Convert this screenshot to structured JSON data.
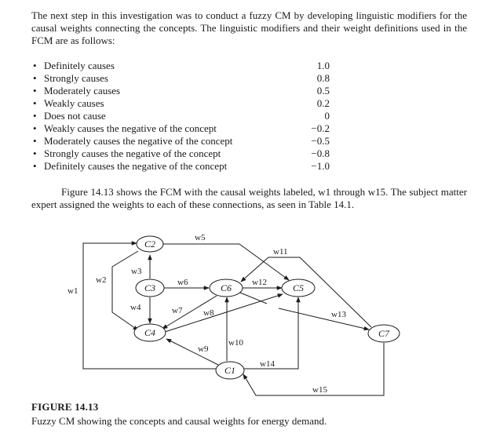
{
  "paragraph_intro": "The next step in this investigation was to conduct a fuzzy CM by developing linguistic modifiers for the causal weights connecting the concepts. The linguistic modifiers and their weight definitions used in the FCM are as follows:",
  "modifiers": [
    {
      "label": "Definitely causes",
      "value": "1.0"
    },
    {
      "label": "Strongly causes",
      "value": "0.8"
    },
    {
      "label": "Moderately causes",
      "value": "0.5"
    },
    {
      "label": "Weakly causes",
      "value": "0.2"
    },
    {
      "label": "Does not cause",
      "value": "0"
    },
    {
      "label": "Weakly causes the negative of the concept",
      "value": "−0.2"
    },
    {
      "label": "Moderately causes the negative of the concept",
      "value": "−0.5"
    },
    {
      "label": "Strongly causes the negative of the concept",
      "value": "−0.8"
    },
    {
      "label": "Definitely causes the negative of the concept",
      "value": "−1.0"
    }
  ],
  "paragraph_figure_ref": "Figure 14.13 shows the FCM with the causal weights labeled, w1 through w15. The subject matter expert assigned the weights to each of these connections, as seen in Table 14.1.",
  "figure": {
    "nodes": {
      "c1": "C1",
      "c2": "C2",
      "c3": "C3",
      "c4": "C4",
      "c5": "C5",
      "c6": "C6",
      "c7": "C7"
    },
    "edges": {
      "w1": "w1",
      "w2": "w2",
      "w3": "w3",
      "w4": "w4",
      "w5": "w5",
      "w6": "w6",
      "w7": "w7",
      "w8": "w8",
      "w9": "w9",
      "w10": "w10",
      "w11": "w11",
      "w12": "w12",
      "w13": "w13",
      "w14": "w14",
      "w15": "w15"
    },
    "title": "FIGURE 14.13",
    "caption": "Fuzzy CM showing the concepts and causal weights for energy demand."
  }
}
